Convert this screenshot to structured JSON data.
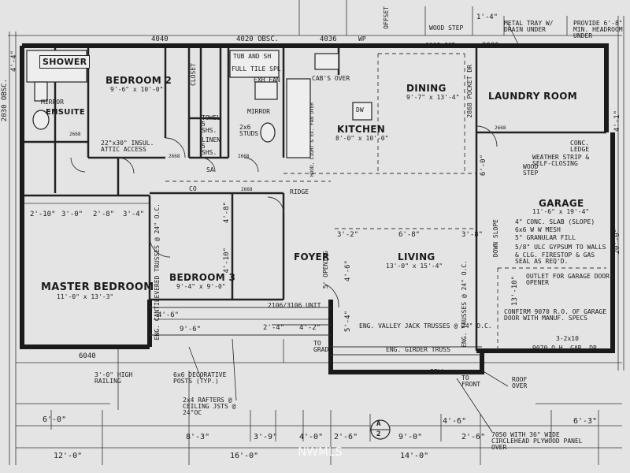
{
  "rooms": {
    "shower": "SHOWER",
    "bedroom2": {
      "name": "BEDROOM 2",
      "size": "9'-6\" x 10'-0\""
    },
    "ensuite": "ENSUITE",
    "mirror_left": "MIRROR",
    "dining": {
      "name": "DINING",
      "size": "9'-7\" x 13'-4\""
    },
    "laundry": "LAUNDRY ROOM",
    "kitchen": {
      "name": "KITCHEN",
      "size": "8'-0\" x 10'-0\""
    },
    "garage": {
      "name": "GARAGE",
      "size": "11'-6\" x 19'-4\""
    },
    "master": {
      "name": "MASTER BEDROOM",
      "size": "11'-0\" x 13'-3\""
    },
    "bedroom3": {
      "name": "BEDROOM 3",
      "size": "9'-4\" x 9'-0\""
    },
    "foyer": "FOYER",
    "living": {
      "name": "LIVING",
      "size": "13'-0\" x 15'-4\""
    },
    "tub": "TUB AND SH",
    "full_tile": "FULL TILE SPL",
    "exh_fan": "EXH FAN",
    "mirror_bath": "MIRROR",
    "towel": "TOWEL 5 SHS.",
    "linen": "LINEN 5 SHS.",
    "closet": "CLOSET",
    "cabs_over": "CAB'S OVER",
    "dw": "DW",
    "hood": "HOOD, LIGHT & EX. FAN OVER"
  },
  "notes": {
    "attic": "22\"x30\" INSUL. ATTIC ACCESS",
    "studs": "2x6 STUDS",
    "metal_tray": "METAL TRAY W/ DRAIN UNDER",
    "headroom": "PROVIDE 6'-8\" MIN. HEADROOM UNDER",
    "wood_step_top": "WOOD STEP",
    "conc_ledge": "CONC. LEDGE",
    "weather_strip": "WEATHER STRIP & SELF-CLOSING",
    "wood_step": "WOOD STEP",
    "slab": "4\" CONC. SLAB (SLOPE)",
    "mesh": "6x6 W W MESH",
    "fill": "5\" GRANULAR FILL",
    "gypsum": "5/8\" ULC GYPSUM TO WALLS",
    "firestop": "& CLG. FIRESTOP & GAS SEAL AS REQ'D.",
    "outlet": "OUTLET FOR GARAGE DOOR OPENER",
    "confirm": "CONFIRM 9070 R.O. OF GARAGE DOOR WITH MANUF. SPECS",
    "down_slope": "DOWN SLOPE",
    "gar_door": "9070 O.H. GAR. DR.",
    "header_3x10": "3-2x10",
    "cantilevered": "ENG. CANTILEVERED TRUSSES @ 24\" O.C.",
    "ridge": "RIDGE",
    "co": "CO",
    "sa": "SA",
    "opening": "5' OPENING",
    "unit": "2106/3106 UNIT",
    "valley": "ENG. VALLEY JACK TRUSSES @ 24\" O.C.",
    "girder": "ENG. GIRDER TRUSS",
    "trusses_right": "ENG. TRUSSES @ 24\" O.C.",
    "sill": "SILL",
    "to_grade": "TO GRADE",
    "to_front": "TO FRONT",
    "roof_over": "ROOF OVER",
    "rail": "3'-0\" HIGH RAILING",
    "posts": "6x6 DECORATIVE POSTS (TYP.)",
    "rafters": "2x4 RAFTERS @ CEILING JSTS @ 24\"OC",
    "circlehead": "7050 WITH 36\" WIDE CIRCLEHEAD PLYWOOD PANEL OVER",
    "offset": "OFFSET",
    "wp": "WP",
    "door_2668": "2668",
    "door_6068": "6068 SGD",
    "pocket": "2868 POCKET DR"
  },
  "dims": {
    "top_4040": "4040",
    "top_4020": "4020 OBSC.",
    "top_4036": "4036",
    "top_2030": "2030",
    "top_1_4": "1'-4\"",
    "left_2030": "2030 OBSC.",
    "left_4_4": "4'-4\"",
    "mid_row": [
      "2'-10\"",
      "3'-0\"",
      "2'-8\"",
      "3'-4\""
    ],
    "bed3_4_8": "4'-8\"",
    "bed3_4_10": "4'-10\"",
    "foyer_3_2": "3'-2\"",
    "living_6_8": "6'-8\"",
    "living_3_8": "3'-8\"",
    "living_4_6": "4'-6\"",
    "porch_5_4": "5'-4\"",
    "porch_4_6": "4'-6\"",
    "porch_9_6": "9'-6\"",
    "porch_2_4": "2'-4\"",
    "porch_4_2": "4'-2\"",
    "garage_6_0": "6'-0\"",
    "garage_13_10": "13'-10\"",
    "right_20_0": "20'-0\"",
    "right_4_1": "4'-1\"",
    "bed_6040": "6040",
    "low_6_0": "6'-0\"",
    "low_6_3": "6'-3\"",
    "bottom_row1": [
      "8'-3\"",
      "3'-9\"",
      "4'-0\"",
      "2'-6\"",
      "9'-0\"",
      "2'-6\""
    ],
    "bottom_row2": [
      "12'-0\"",
      "16'-0\"",
      "14'-0\""
    ],
    "bottom_4_6": "4'-6\"",
    "bottom_6_3": "6'-3\""
  },
  "section_mark": {
    "letter": "A",
    "number": "2"
  },
  "watermark": "NWMLS"
}
